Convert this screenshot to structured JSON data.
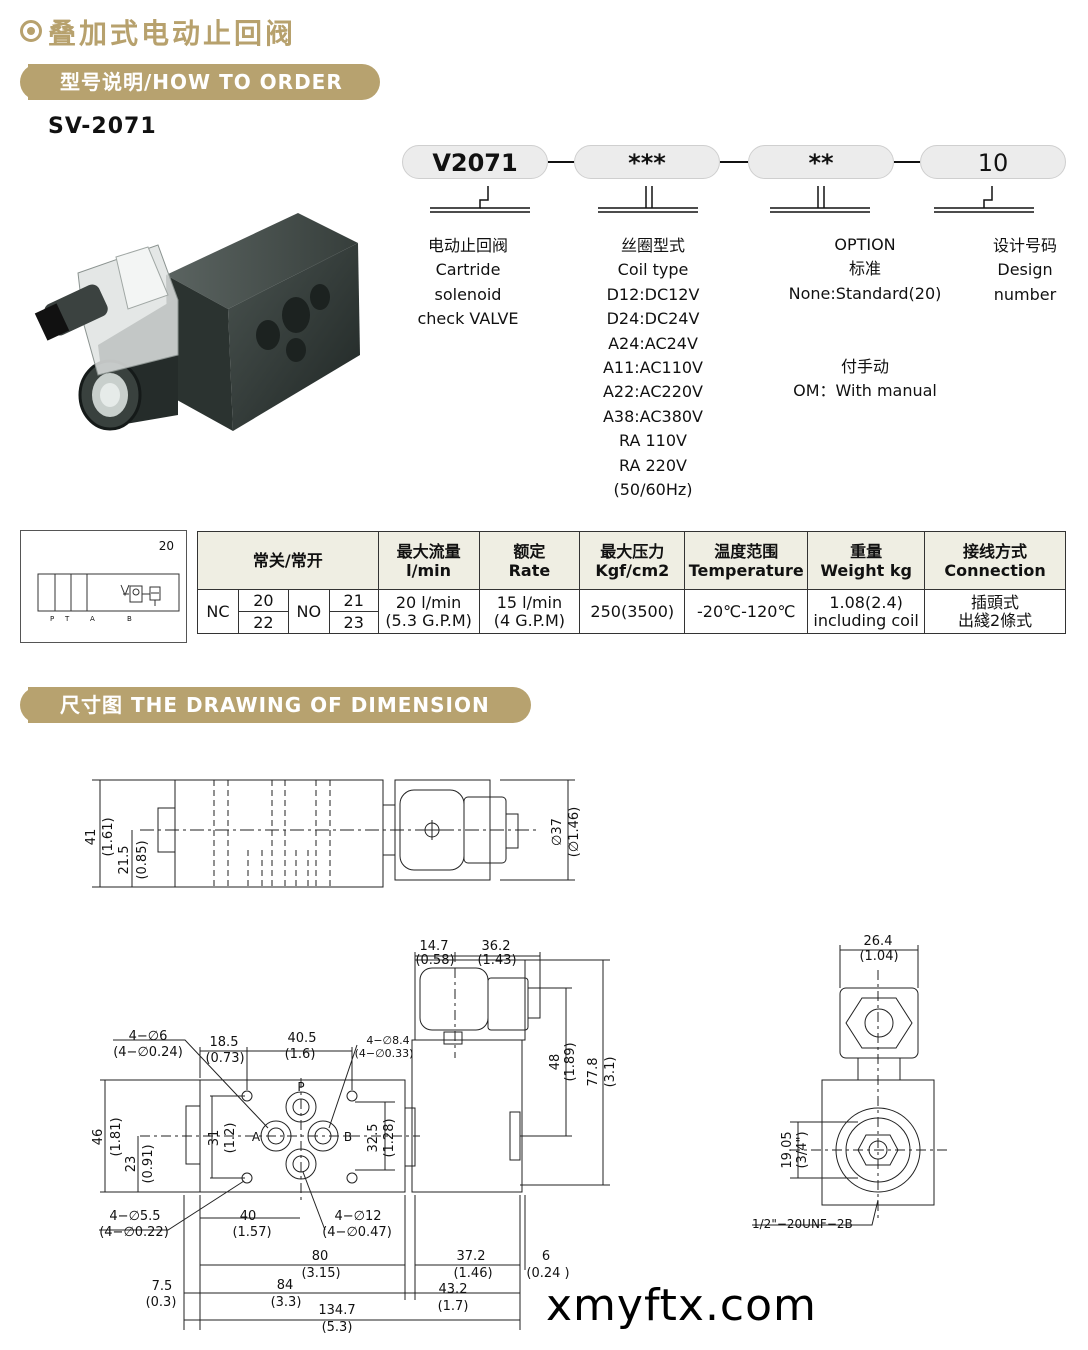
{
  "title": "叠加式电动止回阀",
  "banner_order": "型号说明/HOW TO ORDER",
  "model": "SV-2071",
  "code_parts": [
    "V2071",
    "***",
    "**",
    "10"
  ],
  "desc": {
    "type": [
      "电动止回阀",
      "Cartride",
      "solenoid",
      "check VALVE"
    ],
    "coil": [
      "丝圈型式",
      "Coil type",
      "D12:DC12V",
      "D24:DC24V",
      "A24:AC24V",
      "A11:AC110V",
      "A22:AC220V",
      "A38:AC380V",
      "RA 110V",
      "RA 220V",
      "(50/60Hz)"
    ],
    "option": [
      "OPTION",
      "标准",
      "None:Standard(20)"
    ],
    "manual": [
      "付手动",
      "OM：With manual"
    ],
    "design": [
      "设计号码",
      "Design",
      "number"
    ]
  },
  "symbol": {
    "number": "20",
    "ports": [
      "P",
      "T",
      "A",
      "B"
    ]
  },
  "table": {
    "headers": {
      "nc_no": "常关/常开",
      "flow": [
        "最大流量",
        "l/min"
      ],
      "rate": [
        "额定",
        "Rate"
      ],
      "pressure": [
        "最大压力",
        "Kgf/cm2"
      ],
      "temp": [
        "温度范围",
        "Temperature"
      ],
      "weight": [
        "重量",
        "Weight kg"
      ],
      "conn": [
        "接线方式",
        "Connection"
      ]
    },
    "row": {
      "nc": "NC",
      "nc_1": "20",
      "nc_2": "22",
      "no": "NO",
      "no_1": "21",
      "no_2": "23",
      "flow": [
        "20 l/min",
        "(5.3 G.P.M)"
      ],
      "rate": [
        "15 l/min",
        "(4 G.P.M)"
      ],
      "pressure": "250(3500)",
      "temp": "-20℃-120℃",
      "weight": [
        "1.08(2.4)",
        "including coil"
      ],
      "conn": [
        "插頭式",
        "出綫2條式"
      ]
    }
  },
  "banner_dim": "尺寸图 THE DRAWING OF DIMENSION",
  "dims": {
    "d41": "41",
    "d161": "(1.61)",
    "d215": "21.5",
    "d085": "(0.85)",
    "d37": "∅37",
    "d146": "(∅1.46)",
    "d147": "14.7",
    "d058": "(0.58)",
    "d362": "36.2",
    "d143": "(1.43)",
    "d4x6": "4−∅6",
    "d4x024": "(4−∅0.24)",
    "d185": "18.5",
    "d073": "(0.73)",
    "d405": "40.5",
    "d16": "(1.6)",
    "d4x84": "4−∅8.4",
    "d4x033": "(4−∅0.33)",
    "d46": "46",
    "d181": "(1.81)",
    "d23": "23",
    "d091": "(0.91)",
    "d31": "31",
    "d12": "(1.2)",
    "d325": "32.5",
    "d128": "(1.28)",
    "d48": "48",
    "d189": "(1.89)",
    "d778": "77.8",
    "d31b": "(3.1)",
    "pP": "P",
    "pA": "A",
    "pB": "B",
    "d4x55": "4−∅5.5",
    "d4x022": "(4−∅0.22)",
    "d40": "40",
    "d157": "(1.57)",
    "d4x12": "4−∅12",
    "d4x047": "(4−∅0.47)",
    "d80": "80",
    "d315": "(3.15)",
    "d372": "37.2",
    "d146b": "(1.46)",
    "d6": "6",
    "d024": "(0.24 )",
    "d75": "7.5",
    "d03": "(0.3)",
    "d84": "84",
    "d33": "(3.3)",
    "d432": "43.2",
    "d17": "(1.7)",
    "d1347": "134.7",
    "d53": "(5.3)",
    "d264": "26.4",
    "d104": "(1.04)",
    "d1905": "19.05",
    "d34": "(3/4\")",
    "thread": "1/2\"−20UNF−2B"
  },
  "watermark": "xmyftx.com"
}
